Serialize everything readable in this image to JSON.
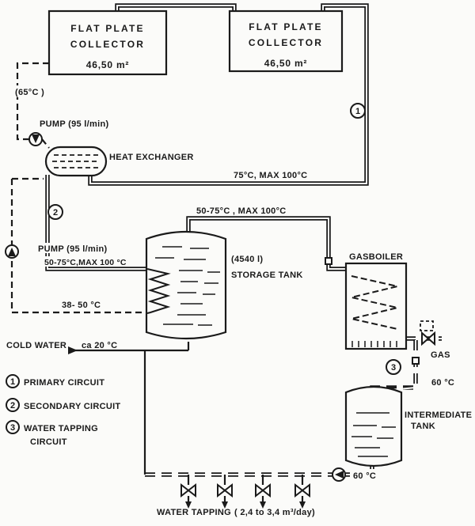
{
  "collectors": {
    "left": {
      "line1": "FLAT  PLATE",
      "line2": "COLLECTOR",
      "area": "46,50 m²"
    },
    "right": {
      "line1": "FLAT  PLATE",
      "line2": "COLLECTOR",
      "area": "46,50 m²"
    }
  },
  "primary_circuit": {
    "marker": "1",
    "collector_outlet_temp": "(65°C )",
    "pump_label": "PUMP  (95 l/min)",
    "heat_exchanger_label": "HEAT EXCHANGER",
    "supply_temp": "75°C, MAX 100°C"
  },
  "secondary_circuit": {
    "marker": "2",
    "pump_label": "PUMP  (95 l/min)",
    "supply_temp": "50-75°C,MAX 100 °C",
    "return_temp": "38- 50 °C"
  },
  "storage_tank": {
    "outlet_temp": "50-75°C , MAX 100°C",
    "capacity": "(4540 l)",
    "label": "STORAGE TANK"
  },
  "gasboiler": {
    "marker": "3",
    "label": "GASBOILER",
    "gas_label": "GAS",
    "outlet_temp": "60 °C"
  },
  "intermediate_tank": {
    "label_line1": "INTERMEDIATE",
    "label_line2": "TANK",
    "outlet_temp": "60 °C"
  },
  "cold_water": {
    "label": "COLD WATER",
    "temp": "ca 20 °C"
  },
  "water_tapping": {
    "label": "WATER TAPPING",
    "rate": "( 2,4 to 3,4 m³/day)"
  },
  "legend": {
    "item1": {
      "num": "1",
      "label": "PRIMARY CIRCUIT"
    },
    "item2": {
      "num": "2",
      "label": "SECONDARY CIRCUIT"
    },
    "item3": {
      "num": "3",
      "label_line1": "WATER TAPPING",
      "label_line2": "CIRCUIT"
    }
  }
}
